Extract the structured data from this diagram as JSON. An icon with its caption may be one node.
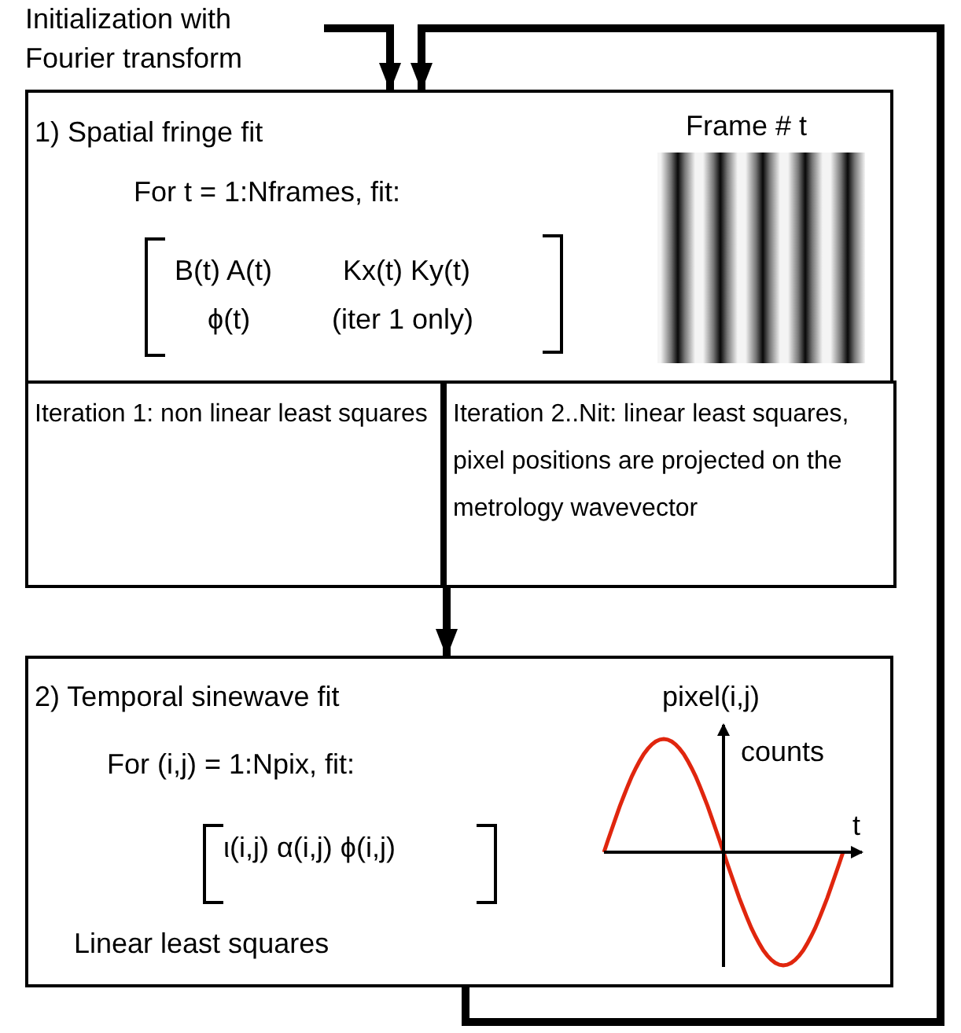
{
  "diagram": {
    "nodes": [
      {
        "text": [
          "Initialization with Fourier transform"
        ]
      },
      {
        "text": [
          "1) Spatial fringe fit",
          "For t = 1:Nframes, fit:",
          "B(t) A(t)",
          "Kx(t) Ky(t)",
          "ϕ(t)",
          "(iter 1 only)",
          "Frame # t"
        ]
      },
      {
        "text": [
          "Iteration 1: non linear least squares"
        ],
        "in": 1
      },
      {
        "text": [
          "Iteration 2..Nit: linear least squares, pixel positions are projected on the metrology wavevector"
        ],
        "in": 1
      },
      {
        "text": [
          "2) Temporal sinewave fit",
          "For (i,j) = 1:Npix, fit:",
          "ι(i,j) α(i,j) ϕ(i,j)",
          "Linear least squares",
          "pixel(i,j)",
          "counts",
          "t"
        ]
      }
    ],
    "edges": [
      {
        "from": 0,
        "to": 1,
        "arrow": "to"
      },
      {
        "from": 1,
        "to": 4,
        "arrow": "to"
      },
      {
        "from": 4,
        "to": 1,
        "arrow": "to"
      }
    ]
  }
}
